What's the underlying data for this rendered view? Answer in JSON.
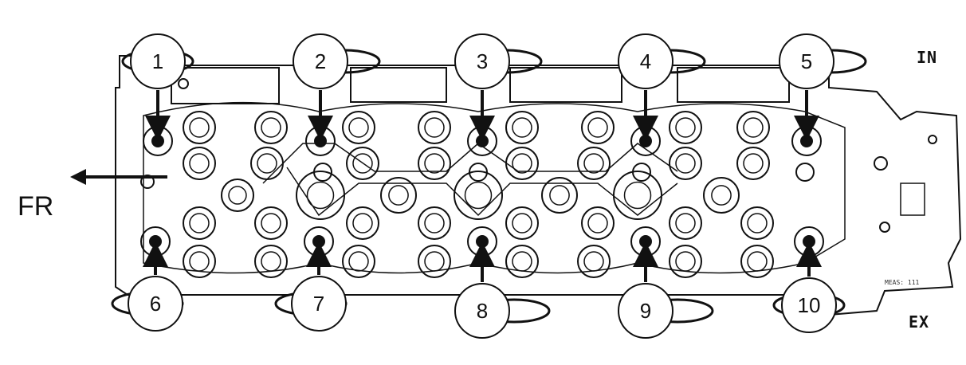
{
  "labels": {
    "intake": "IN",
    "exhaust": "EX",
    "front": "FR",
    "meas": "MEAS: 111"
  },
  "bolts_top": [
    "1",
    "2",
    "3",
    "4",
    "5"
  ],
  "bolts_bottom": [
    "6",
    "7",
    "8",
    "9",
    "10"
  ],
  "colors": {
    "line": "#111111",
    "paper": "#ffffff"
  }
}
